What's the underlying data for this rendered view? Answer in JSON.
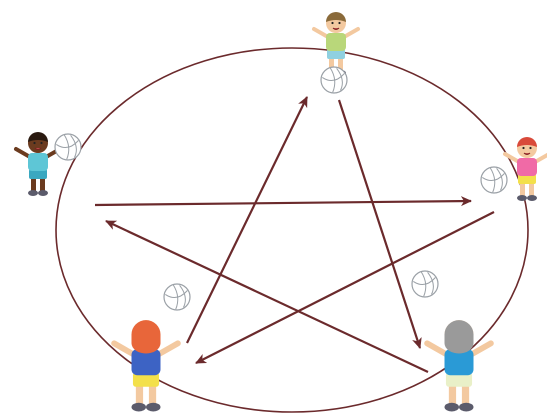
{
  "diagram": {
    "line_color": "#6b2a2c",
    "ball_color": "#ffffff",
    "ball_seam_color": "#9aa0a6",
    "players": [
      {
        "id": "top",
        "skin": "#f3c9a0",
        "hair": "#8a6a3a",
        "shirt": "#b9d77a",
        "shorts": "#8fd0e0",
        "shoes": "#5b5b6b",
        "facing": "front"
      },
      {
        "id": "left",
        "skin": "#6b3b1f",
        "hair": "#2a1a10",
        "shirt": "#5ec6d6",
        "shorts": "#3aa8c0",
        "shoes": "#5b5b6b",
        "facing": "front"
      },
      {
        "id": "right",
        "skin": "#f3c9a0",
        "hair": "#d94a3a",
        "shirt": "#f06aa6",
        "shorts": "#f3e04a",
        "shoes": "#5b5b6b",
        "facing": "front"
      },
      {
        "id": "bottom-left",
        "skin": "#f3c9a0",
        "hair": "#e8663a",
        "shirt": "#3d63c4",
        "shorts": "#f3e04a",
        "shoes": "#5b5b6b",
        "facing": "back"
      },
      {
        "id": "bottom-right",
        "skin": "#f3c9a0",
        "hair": "#9a9a9a",
        "shirt": "#2a9ad6",
        "shorts": "#e9f0c8",
        "shoes": "#5b5b6b",
        "facing": "back"
      }
    ],
    "passes": [
      {
        "from": "top",
        "to": "bottom-right"
      },
      {
        "from": "bottom-right",
        "to": "left"
      },
      {
        "from": "left",
        "to": "right"
      },
      {
        "from": "right",
        "to": "bottom-left"
      },
      {
        "from": "bottom-left",
        "to": "top"
      }
    ]
  }
}
